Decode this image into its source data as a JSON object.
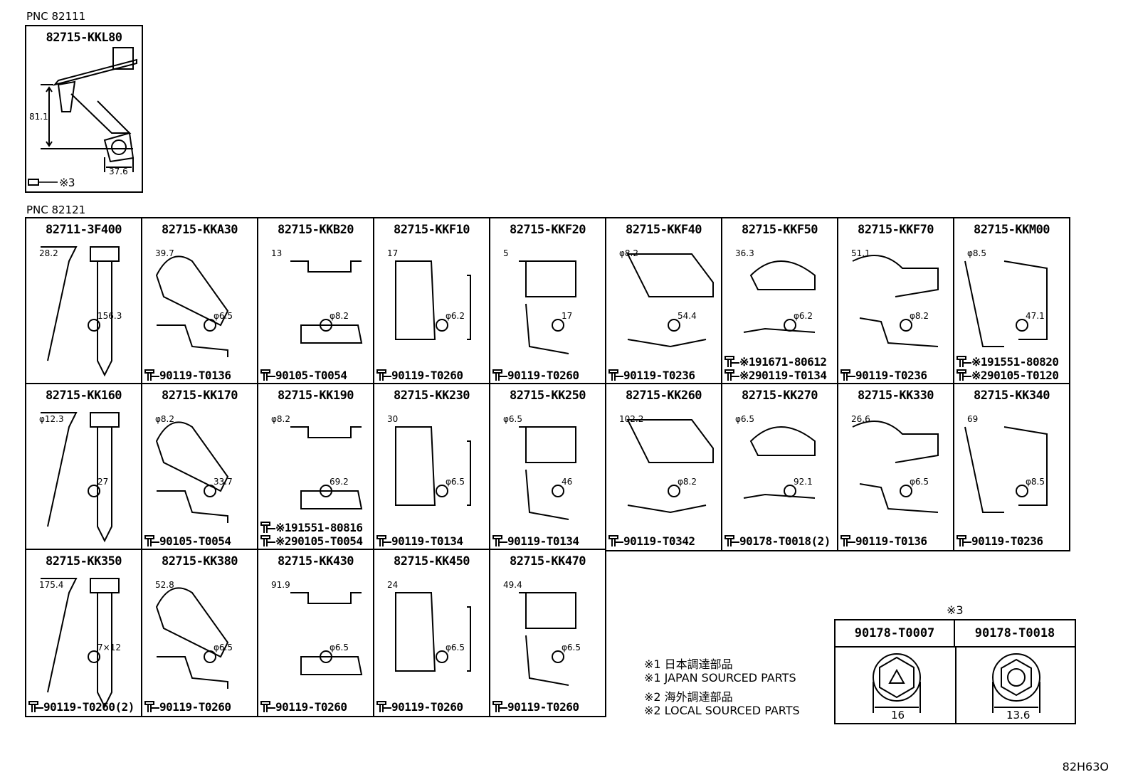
{
  "pnc_top": "PNC 82111",
  "pnc_main": "PNC 82121",
  "top_part": {
    "part_number": "82715-KKL80",
    "dims": [
      "81.1",
      "37.6"
    ],
    "bolt": "※3"
  },
  "rows": [
    [
      {
        "part_number": "82711-3F400",
        "dims": [
          "28.2",
          "156.3"
        ],
        "bolts": []
      },
      {
        "part_number": "82715-KKA30",
        "dims": [
          "39.7",
          "φ6.5"
        ],
        "bolts": [
          "90119-T0136"
        ]
      },
      {
        "part_number": "82715-KKB20",
        "dims": [
          "13",
          "φ8.2"
        ],
        "bolts": [
          "90105-T0054"
        ]
      },
      {
        "part_number": "82715-KKF10",
        "dims": [
          "17",
          "φ6.2"
        ],
        "bolts": [
          "90119-T0260"
        ]
      },
      {
        "part_number": "82715-KKF20",
        "dims": [
          "5",
          "17"
        ],
        "bolts": [
          "90119-T0260"
        ]
      },
      {
        "part_number": "82715-KKF40",
        "dims": [
          "φ8.2",
          "54.4"
        ],
        "bolts": [
          "90119-T0236"
        ]
      },
      {
        "part_number": "82715-KKF50",
        "dims": [
          "36.3",
          "φ6.2"
        ],
        "bolts": [
          "※191671-80612",
          "※290119-T0134"
        ]
      },
      {
        "part_number": "82715-KKF70",
        "dims": [
          "51.1",
          "φ8.2"
        ],
        "bolts": [
          "90119-T0236"
        ]
      },
      {
        "part_number": "82715-KKM00",
        "dims": [
          "φ8.5",
          "47.1"
        ],
        "bolts": [
          "※191551-80820",
          "※290105-T0120"
        ]
      }
    ],
    [
      {
        "part_number": "82715-KK160",
        "dims": [
          "φ12.3",
          "27"
        ],
        "bolts": []
      },
      {
        "part_number": "82715-KK170",
        "dims": [
          "φ8.2",
          "33.7"
        ],
        "bolts": [
          "90105-T0054"
        ]
      },
      {
        "part_number": "82715-KK190",
        "dims": [
          "φ8.2",
          "69.2"
        ],
        "bolts": [
          "※191551-80816",
          "※290105-T0054"
        ]
      },
      {
        "part_number": "82715-KK230",
        "dims": [
          "30",
          "φ6.5"
        ],
        "bolts": [
          "90119-T0134"
        ]
      },
      {
        "part_number": "82715-KK250",
        "dims": [
          "φ6.5",
          "46"
        ],
        "bolts": [
          "90119-T0134"
        ]
      },
      {
        "part_number": "82715-KK260",
        "dims": [
          "102.2",
          "φ8.2"
        ],
        "bolts": [
          "90119-T0342"
        ]
      },
      {
        "part_number": "82715-KK270",
        "dims": [
          "φ6.5",
          "92.1"
        ],
        "bolts": [
          "90178-T0018(2)"
        ]
      },
      {
        "part_number": "82715-KK330",
        "dims": [
          "26.6",
          "φ6.5"
        ],
        "bolts": [
          "90119-T0136"
        ]
      },
      {
        "part_number": "82715-KK340",
        "dims": [
          "69",
          "φ8.5"
        ],
        "bolts": [
          "90119-T0236"
        ]
      }
    ],
    [
      {
        "part_number": "82715-KK350",
        "dims": [
          "175.4",
          "7×12"
        ],
        "bolts": [
          "90119-T0260(2)"
        ]
      },
      {
        "part_number": "82715-KK380",
        "dims": [
          "52.8",
          "φ6.5"
        ],
        "bolts": [
          "90119-T0260"
        ]
      },
      {
        "part_number": "82715-KK430",
        "dims": [
          "91.9",
          "φ6.5"
        ],
        "bolts": [
          "90119-T0260"
        ]
      },
      {
        "part_number": "82715-KK450",
        "dims": [
          "24",
          "φ6.5"
        ],
        "bolts": [
          "90119-T0260"
        ]
      },
      {
        "part_number": "82715-KK470",
        "dims": [
          "49.4",
          "φ6.5"
        ],
        "bolts": [
          "90119-T0260"
        ]
      }
    ]
  ],
  "notes": [
    "※1 日本調達部品",
    "※1 JAPAN SOURCED PARTS",
    "※2 海外調達部品",
    "※2 LOCAL SOURCED PARTS"
  ],
  "ref": {
    "title": "※3",
    "cols": [
      {
        "part_number": "90178-T0007",
        "dim": "16"
      },
      {
        "part_number": "90178-T0018",
        "dim": "13.6"
      }
    ]
  },
  "code": "82H63O"
}
